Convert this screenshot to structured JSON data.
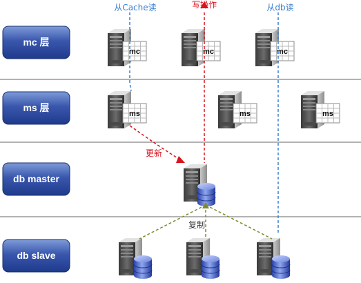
{
  "layers": [
    {
      "id": "mc",
      "label": "mc 层"
    },
    {
      "id": "ms",
      "label": "ms 层"
    },
    {
      "id": "master",
      "label": "db master"
    },
    {
      "id": "slave",
      "label": "db slave"
    }
  ],
  "annotations": {
    "read_cache": "从Cache读",
    "write": "写操作",
    "read_db": "从db读",
    "update": "更新",
    "replicate": "复制"
  },
  "nodes": {
    "mc_tag": "mc",
    "ms_tag": "ms"
  },
  "colors": {
    "layer_fill": "#2f4ea3",
    "read_flow": "#3a7fd0",
    "write_flow": "#d8141e",
    "replication_flow": "#7a8a32",
    "separator": "#555555"
  },
  "icons": {
    "server": "server-icon",
    "cache_grid": "table-grid-icon",
    "database": "database-cylinder-icon"
  }
}
